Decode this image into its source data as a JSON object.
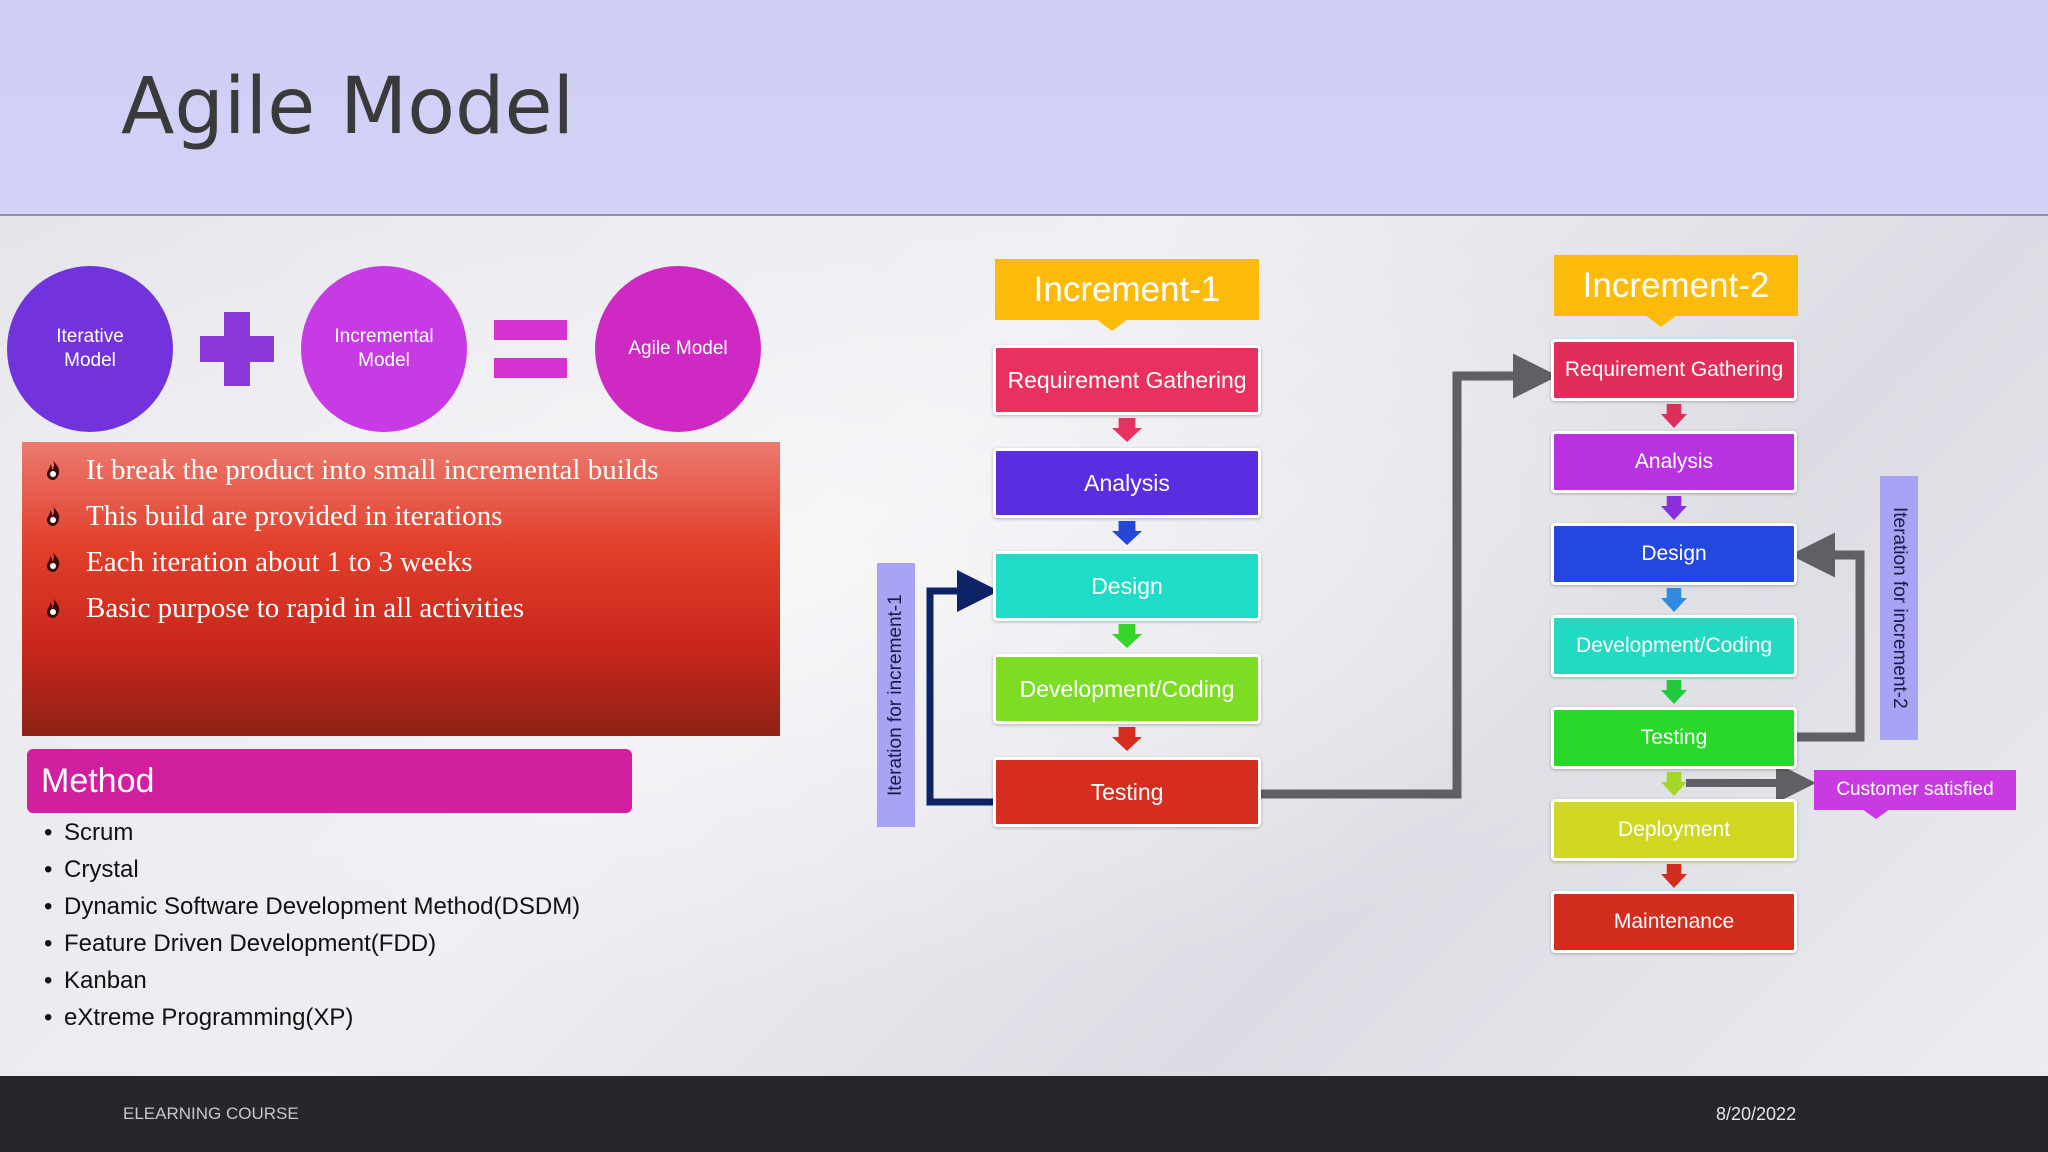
{
  "slide": {
    "title": "Agile Model",
    "footer_left": "ELEARNING COURSE",
    "footer_right": "8/20/2022"
  },
  "equation": {
    "iterative": "Iterative\nModel",
    "incremental": "Incremental\nModel",
    "agile": "Agile Model"
  },
  "features": [
    "It break the product into small incremental builds",
    "This build are provided in iterations",
    "Each iteration about 1 to 3 weeks",
    "Basic purpose to rapid in all activities"
  ],
  "method": {
    "header": "Method",
    "items": [
      "Scrum",
      "Crystal",
      "Dynamic Software Development Method(DSDM)",
      "Feature Driven Development(FDD)",
      "Kanban",
      "eXtreme Programming(XP)"
    ]
  },
  "increment1": {
    "title": "Increment-1",
    "iteration_label": "Iteration for increment-1",
    "steps": [
      "Requirement Gathering",
      "Analysis",
      "Design",
      "Development/Coding",
      "Testing"
    ]
  },
  "increment2": {
    "title": "Increment-2",
    "iteration_label": "Iteration for increment-2",
    "steps": [
      "Requirement Gathering",
      "Analysis",
      "Design",
      "Development/Coding",
      "Testing",
      "Deployment",
      "Maintenance"
    ],
    "customer_satisfied": "Customer satisfied"
  },
  "colors": {
    "header_bg": "#cfcdf6",
    "accent_yellow": "#fcbb0a",
    "method_magenta": "#d11fa0",
    "features_red": "#d6321f",
    "inc1_steps": [
      "#e8315f",
      "#5a2de0",
      "#1fdcc8",
      "#7ddd24",
      "#d52e20"
    ],
    "inc2_steps": [
      "#e02d5a",
      "#b832e0",
      "#2447e0",
      "#22d9c2",
      "#2ad82a",
      "#cfd722",
      "#d32d20"
    ],
    "inc1_arrows": [
      "#e8315f",
      "#2447d8",
      "#34d62a",
      "#d52e20"
    ],
    "inc2_arrows": [
      "#e02d5a",
      "#8a2ee0",
      "#2f8ae0",
      "#22c93a",
      "#a6d624",
      "#d32d20"
    ]
  }
}
